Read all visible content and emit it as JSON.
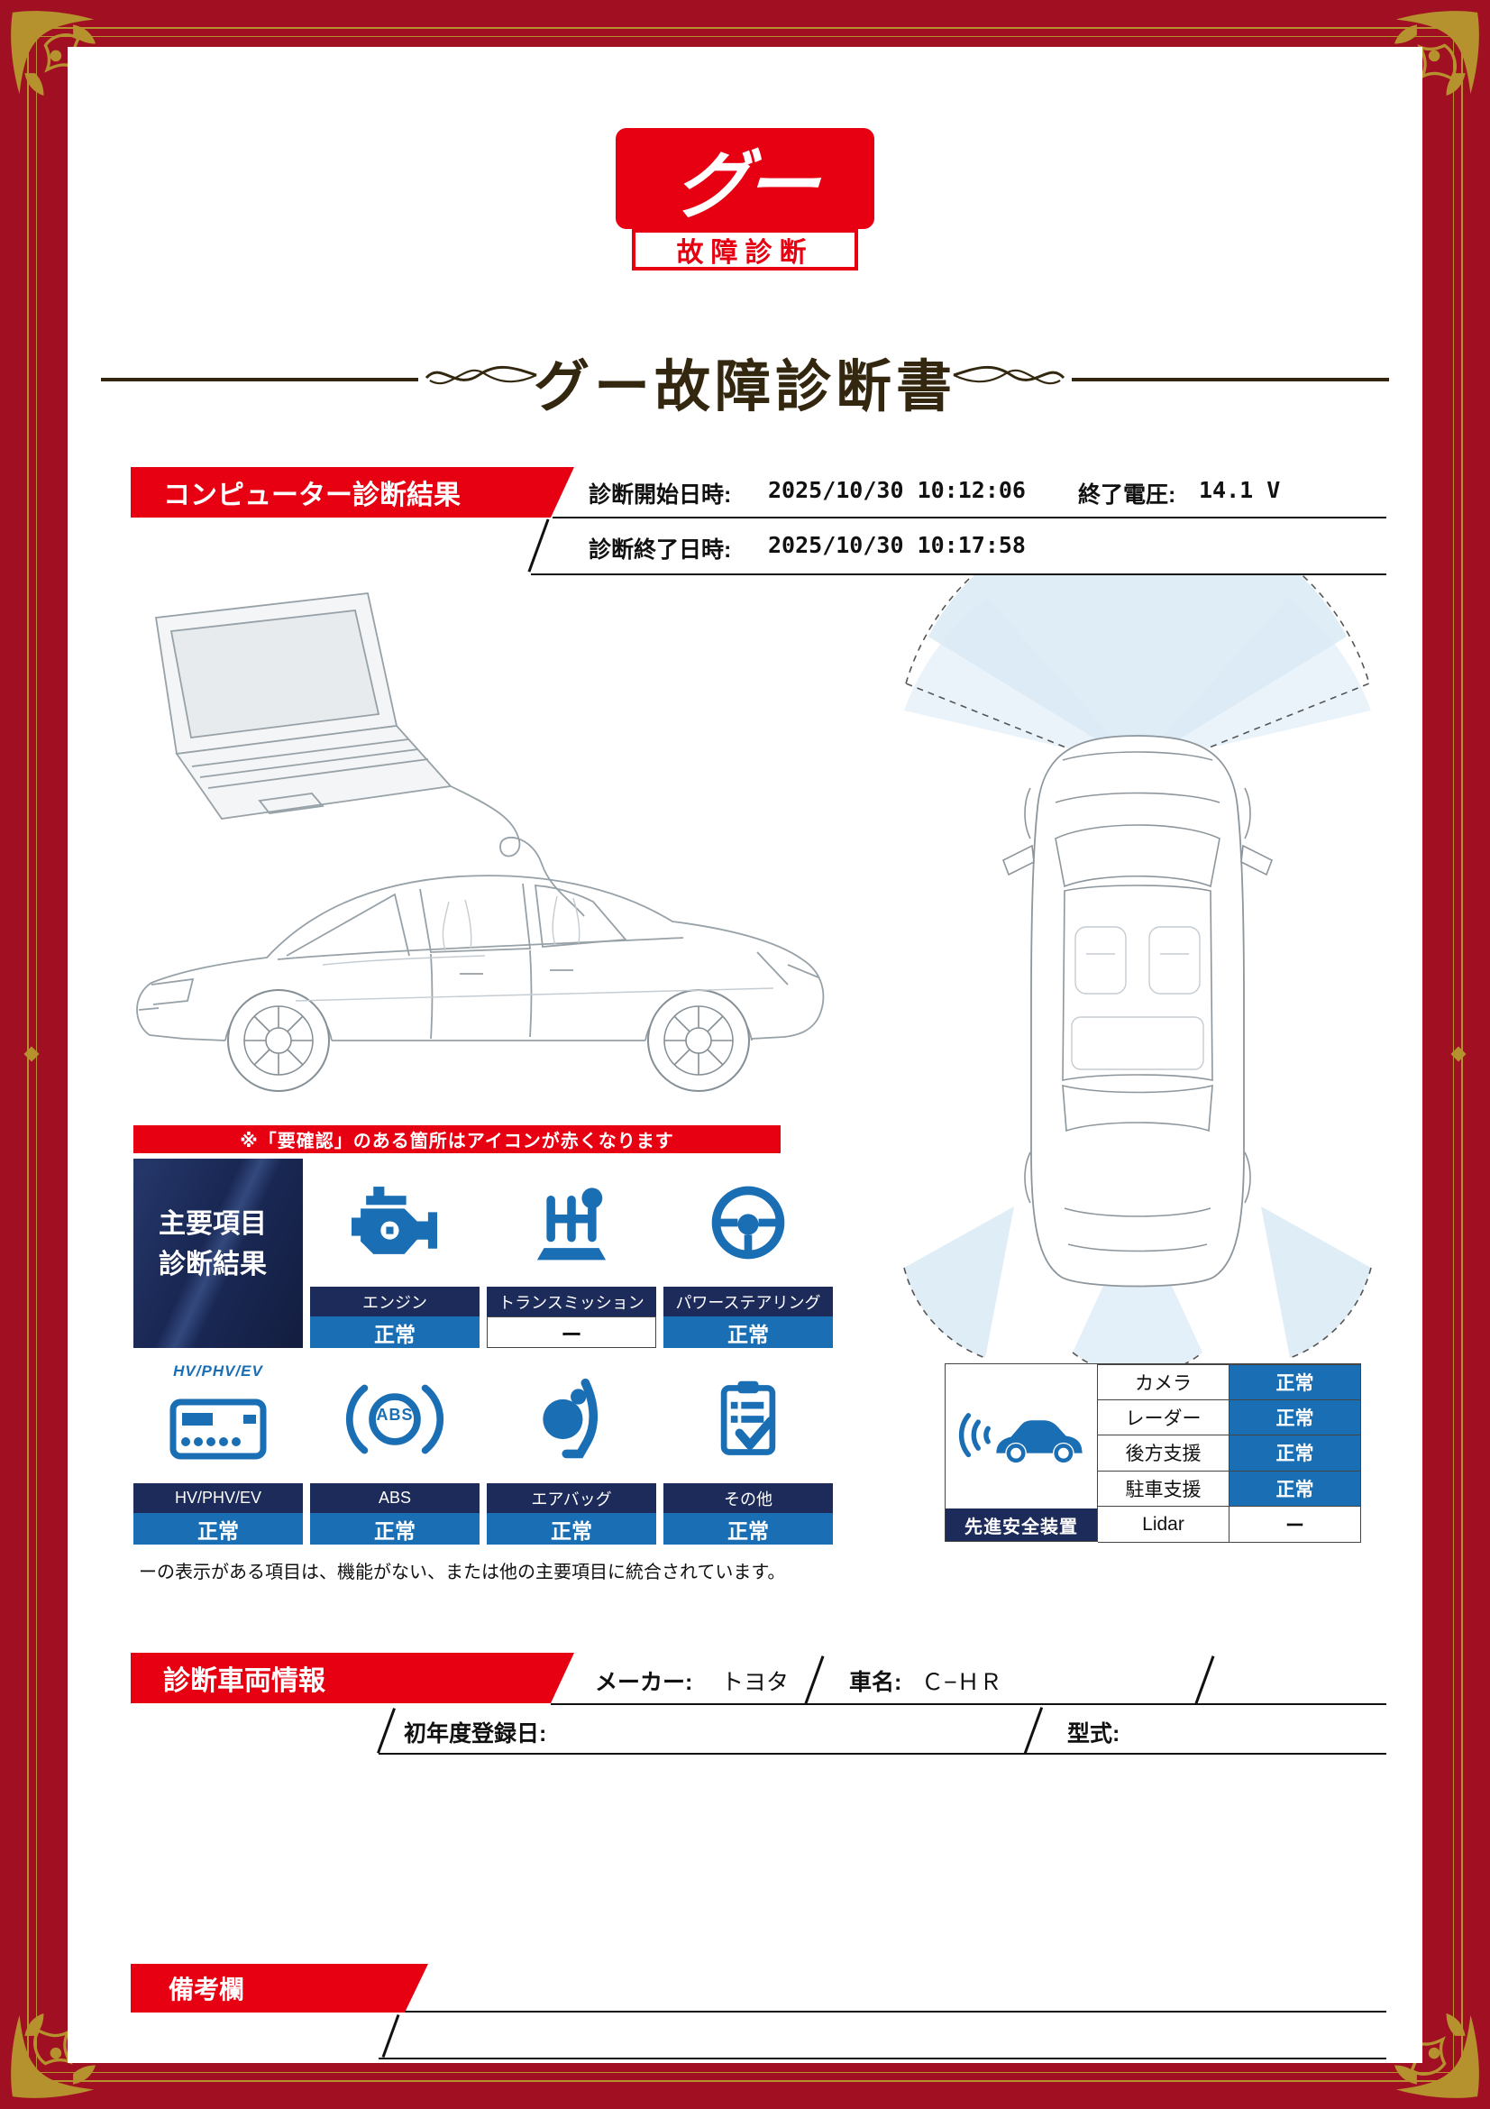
{
  "logo": {
    "main": "グー",
    "sub": "故障診断"
  },
  "title": "グー故障診断書",
  "computer_diagnosis": {
    "section_title": "コンピューター診断結果",
    "start_label": "診断開始日時:",
    "start_value": "2025/10/30 10:12:06",
    "end_voltage_label": "終了電圧:",
    "end_voltage_value": "14.1 V",
    "end_label": "診断終了日時:",
    "end_value": "2025/10/30 10:17:58"
  },
  "notice": "※「要確認」のある箇所はアイコンが赤くなります",
  "main_items": {
    "header_line1": "主要項目",
    "header_line2": "診断結果",
    "items": [
      {
        "label": "エンジン",
        "status": "正常"
      },
      {
        "label": "トランスミッション",
        "status": "ー"
      },
      {
        "label": "パワーステアリング",
        "status": "正常"
      },
      {
        "label": "HV/PHV/EV",
        "status": "正常"
      },
      {
        "label": "ABS",
        "status": "正常"
      },
      {
        "label": "エアバッグ",
        "status": "正常"
      },
      {
        "label": "その他",
        "status": "正常"
      }
    ],
    "hv_icon_caption": "HV/PHV/EV",
    "abs_icon_caption": "ABS",
    "footnote": "ーの表示がある項目は、機能がない、または他の主要項目に統合されています。"
  },
  "advanced_safety": {
    "title": "先進安全装置",
    "rows": [
      {
        "name": "カメラ",
        "status": "正常"
      },
      {
        "name": "レーダー",
        "status": "正常"
      },
      {
        "name": "後方支援",
        "status": "正常"
      },
      {
        "name": "駐車支援",
        "status": "正常"
      },
      {
        "name": "Lidar",
        "status": "ー"
      }
    ]
  },
  "vehicle_info": {
    "section_title": "診断車両情報",
    "maker_label": "メーカー:",
    "maker_value": "トヨタ",
    "car_name_label": "車名:",
    "car_name_value": "Ｃ−ＨＲ",
    "first_reg_label": "初年度登録日:",
    "model_label": "型式:"
  },
  "remarks": {
    "section_title": "備考欄"
  },
  "colors": {
    "frame_dark_red": "#a01022",
    "gold": "#b6922e",
    "accent_red": "#e60012",
    "navy": "#1c2b5a",
    "blue": "#196eb4"
  }
}
